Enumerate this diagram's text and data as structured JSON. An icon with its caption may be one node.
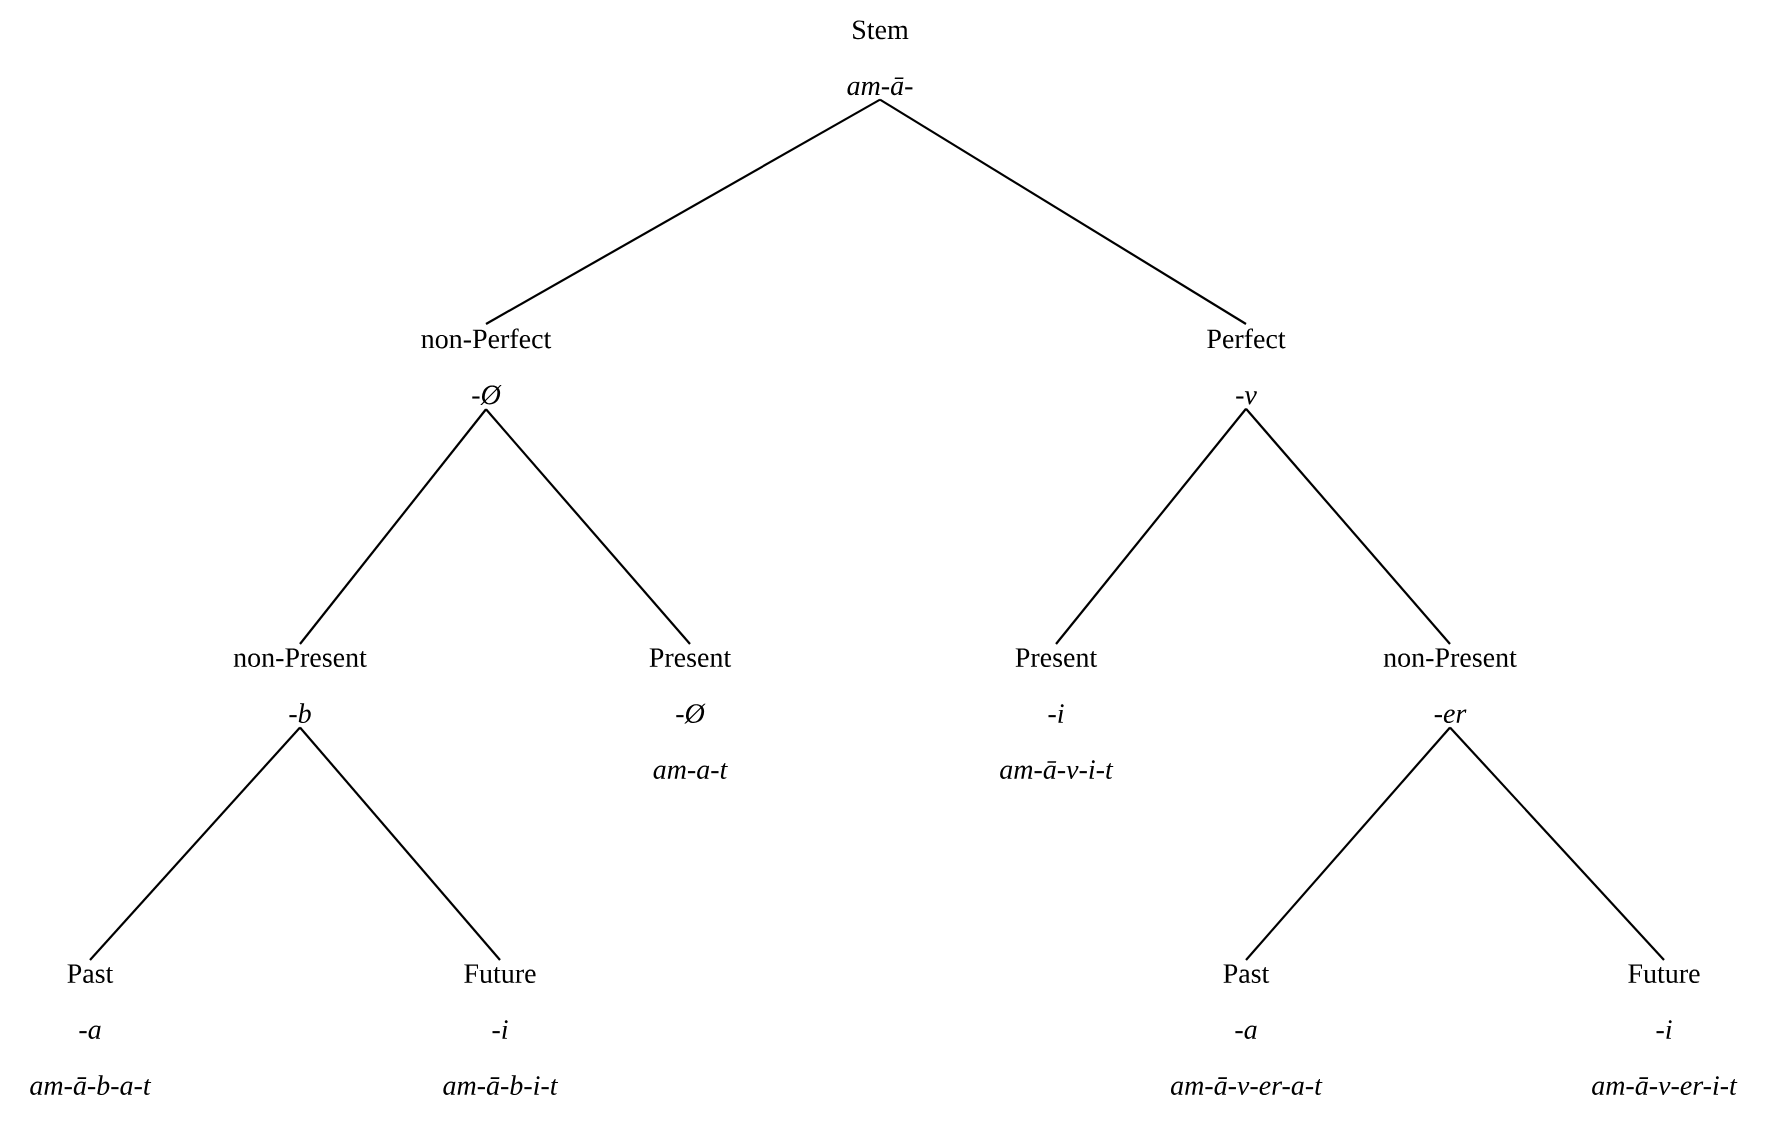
{
  "diagram": {
    "nodes": [
      {
        "text": [
          "Stem",
          "am-ā-"
        ]
      },
      {
        "text": [
          "non-Perfect",
          "-Ø"
        ]
      },
      {
        "text": [
          "Perfect",
          "-v"
        ]
      },
      {
        "text": [
          "non-Present",
          "-b"
        ]
      },
      {
        "text": [
          "Present",
          "-Ø",
          "am-a-t"
        ]
      },
      {
        "text": [
          "Present",
          "-i",
          "am-ā-v-i-t"
        ]
      },
      {
        "text": [
          "non-Present",
          "-er"
        ]
      },
      {
        "text": [
          "Past",
          "-a",
          "am-ā-b-a-t"
        ]
      },
      {
        "text": [
          "Future",
          "-i",
          "am-ā-b-i-t"
        ]
      },
      {
        "text": [
          "Past",
          "-a",
          "am-ā-v-er-a-t"
        ]
      },
      {
        "text": [
          "Future",
          "-i",
          "am-ā-v-er-i-t"
        ]
      }
    ],
    "edges": [
      {
        "from": 0,
        "to": 1,
        "arrow": "none"
      },
      {
        "from": 0,
        "to": 2,
        "arrow": "none"
      },
      {
        "from": 1,
        "to": 3,
        "arrow": "none"
      },
      {
        "from": 1,
        "to": 4,
        "arrow": "none"
      },
      {
        "from": 2,
        "to": 5,
        "arrow": "none"
      },
      {
        "from": 2,
        "to": 6,
        "arrow": "none"
      },
      {
        "from": 3,
        "to": 7,
        "arrow": "none"
      },
      {
        "from": 3,
        "to": 8,
        "arrow": "none"
      },
      {
        "from": 6,
        "to": 9,
        "arrow": "none"
      },
      {
        "from": 6,
        "to": 10,
        "arrow": "none"
      }
    ]
  }
}
